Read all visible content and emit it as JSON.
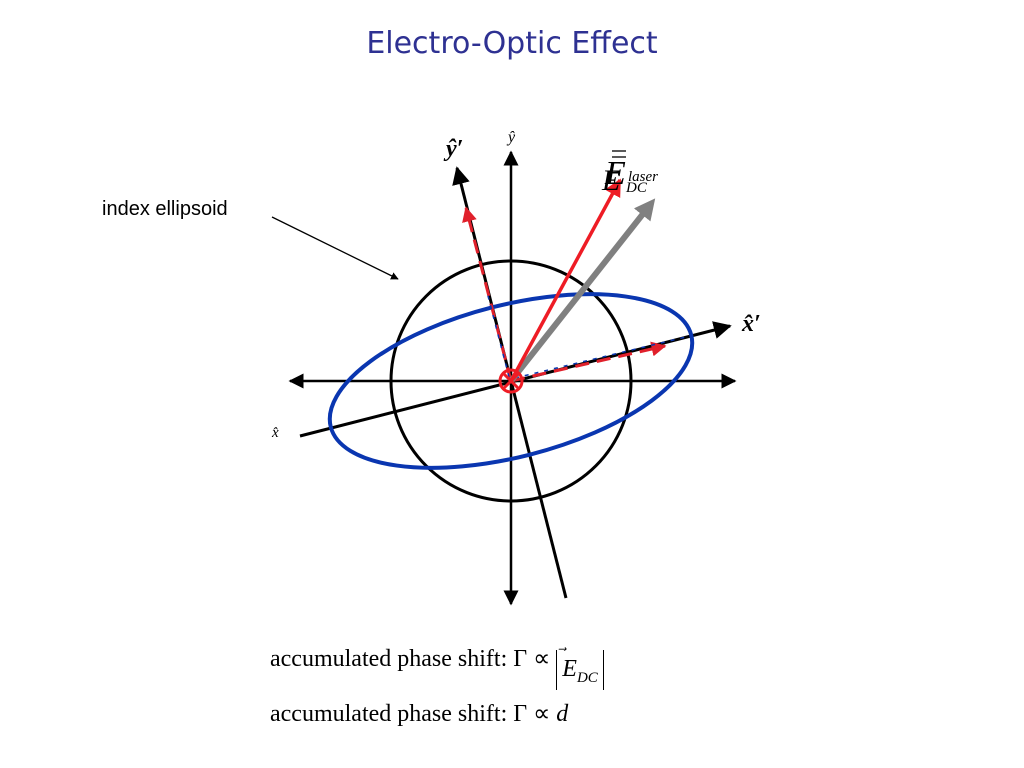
{
  "title": "Electro-Optic Effect",
  "callout": {
    "label": "index ellipsoid"
  },
  "axes": {
    "y_hat": "ŷ",
    "x_hat": "x̂",
    "y_prime": "ŷ′",
    "x_prime": "x̂′"
  },
  "vectors": {
    "e_symbol": "E",
    "laser_sub": "laser",
    "dc_sub": "DC",
    "laser_color": "#ee1c25",
    "dc_color": "#808080"
  },
  "colors": {
    "title": "#2e3192",
    "ellipse": "#0a36b0",
    "circle": "#000000",
    "dashed": "#e0202b"
  },
  "equations": {
    "eq1_prefix": "accumulated phase shift: Γ ∝ ",
    "eq1_e": "E",
    "eq1_sub": "DC",
    "eq2_prefix": "accumulated phase shift: Γ ∝ ",
    "eq2_var": "d"
  }
}
